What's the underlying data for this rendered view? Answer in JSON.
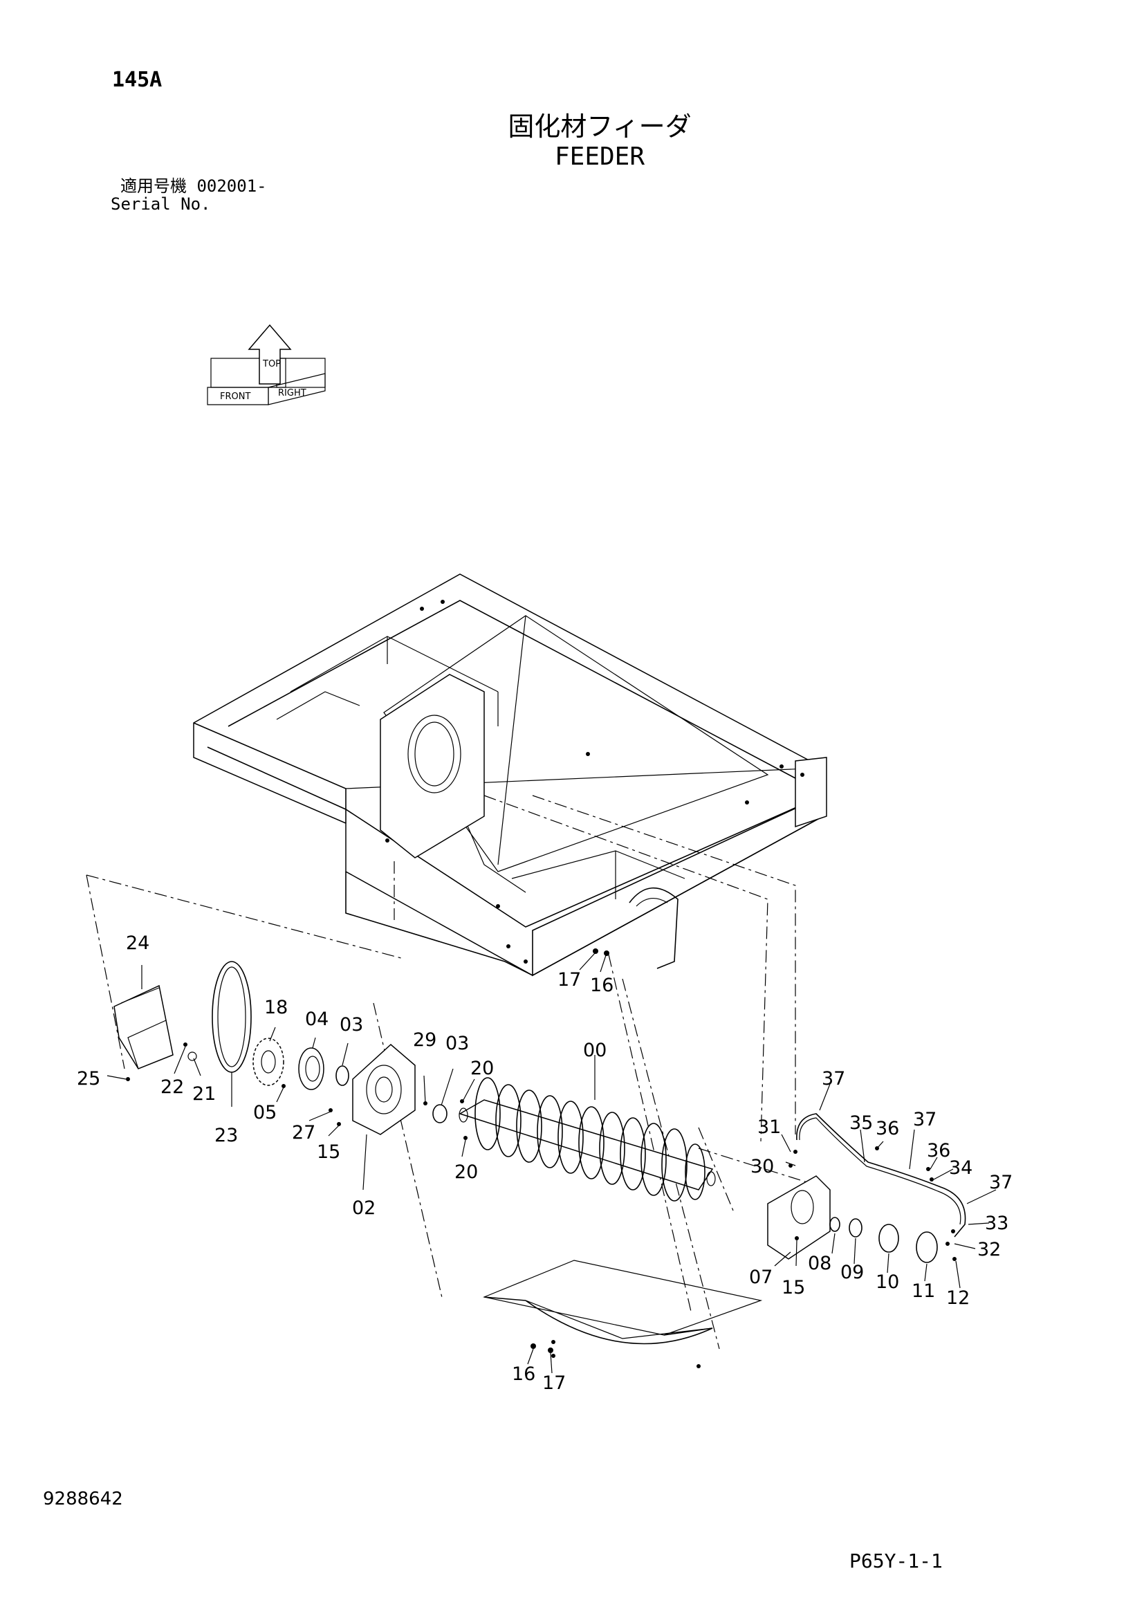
{
  "header": {
    "page_code": "145A",
    "title_jp": "固化材フィーダ",
    "title_en": "FEEDER"
  },
  "serial": {
    "label_jp": "適用号機",
    "value": "002001-",
    "label_en": "Serial No."
  },
  "orientation": {
    "top": "TOP",
    "front": "FRONT",
    "right": "RIGHT"
  },
  "callouts": {
    "c24": "24",
    "c25": "25",
    "c22": "22",
    "c21": "21",
    "c23": "23",
    "c18": "18",
    "c04": "04",
    "c03a": "03",
    "c05": "05",
    "c27": "27",
    "c15a": "15",
    "c02": "02",
    "c29": "29",
    "c03b": "03",
    "c20a": "20",
    "c20b": "20",
    "c00": "00",
    "c17a": "17",
    "c16a": "16",
    "c37a": "37",
    "c31": "31",
    "c30": "30",
    "c35": "35",
    "c36a": "36",
    "c37b": "37",
    "c36b": "36",
    "c34": "34",
    "c37c": "37",
    "c33": "33",
    "c32": "32",
    "c07": "07",
    "c15b": "15",
    "c08": "08",
    "c09": "09",
    "c10": "10",
    "c11": "11",
    "c12": "12",
    "c16b": "16",
    "c17b": "17"
  },
  "footer": {
    "doc_number": "9288642",
    "page_ref": "P65Y-1-1"
  }
}
